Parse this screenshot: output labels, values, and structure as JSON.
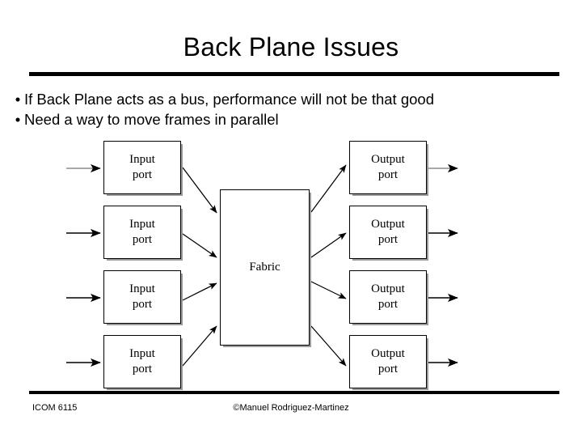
{
  "slide": {
    "title": "Back Plane Issues",
    "bullet_marker": "•",
    "bullets": [
      "If Back Plane acts as a bus, performance will not be that good",
      "Need a way to move frames in parallel"
    ]
  },
  "diagram": {
    "fabric_label": "Fabric",
    "input_ports": [
      {
        "line1": "Input",
        "line2": "port"
      },
      {
        "line1": "Input",
        "line2": "port"
      },
      {
        "line1": "Input",
        "line2": "port"
      },
      {
        "line1": "Input",
        "line2": "port"
      }
    ],
    "output_ports": [
      {
        "line1": "Output",
        "line2": "port"
      },
      {
        "line1": "Output",
        "line2": "port"
      },
      {
        "line1": "Output",
        "line2": "port"
      },
      {
        "line1": "Output",
        "line2": "port"
      }
    ],
    "colors": {
      "stroke": "#000000",
      "shadow": "#9a9a9a",
      "fill": "#ffffff"
    }
  },
  "footer": {
    "course": "ICOM 6115",
    "copyright": "©Manuel Rodriguez-Martinez"
  }
}
